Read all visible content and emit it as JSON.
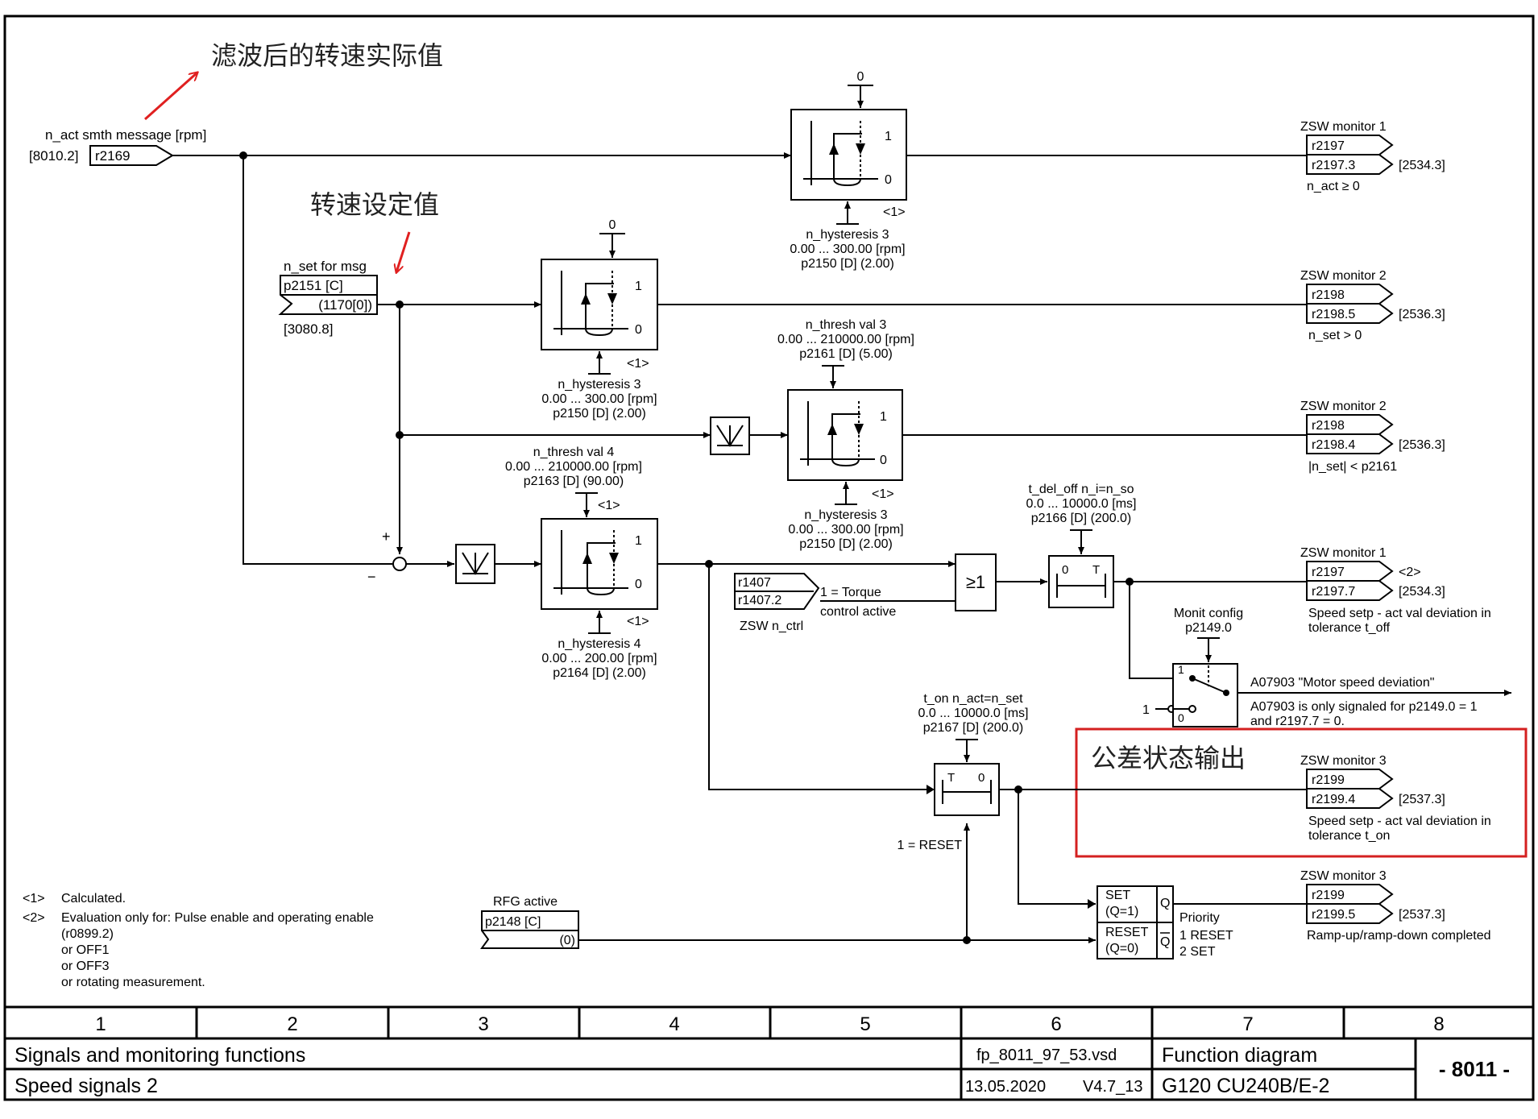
{
  "annotations": {
    "filtered_speed": "滤波后的转速实际值",
    "speed_setpoint": "转速设定值",
    "tolerance_output": "公差状态输出"
  },
  "colors": {
    "annotation_arrow": "#e02020",
    "highlight_box": "#d42020",
    "line": "#000000"
  },
  "inputs": {
    "n_act": {
      "label": "n_act smth message [rpm]",
      "ref": "[8010.2]",
      "param": "r2169"
    },
    "n_set": {
      "label": "n_set for msg",
      "param": "p2151 [C]",
      "value": "(1170[0])",
      "ref": "[3080.8]"
    },
    "rfg": {
      "label": "RFG active",
      "param": "p2148 [C]",
      "value": "(0)"
    }
  },
  "comparators": {
    "c1": {
      "top_value": "0",
      "out1": "1",
      "out0": "0",
      "note": "<1>",
      "hyst_name": "n_hysteresis 3",
      "hyst_range": "0.00 ... 300.00  [rpm]",
      "hyst_param": "p2150 [D] (2.00)"
    },
    "c2": {
      "top_value": "0",
      "out1": "1",
      "out0": "0",
      "note": "<1>",
      "hyst_name": "n_hysteresis 3",
      "hyst_range": "0.00 ... 300.00  [rpm]",
      "hyst_param": "p2150 [D] (2.00)"
    },
    "c3": {
      "thresh_name": "n_thresh val 3",
      "thresh_range": "0.00 ... 210000.00  [rpm]",
      "thresh_param": "p2161 [D] (5.00)",
      "out1": "1",
      "out0": "0",
      "note": "<1>",
      "hyst_name": "n_hysteresis 3",
      "hyst_range": "0.00 ... 300.00  [rpm]",
      "hyst_param": "p2150 [D] (2.00)"
    },
    "c4": {
      "thresh_name": "n_thresh val 4",
      "thresh_range": "0.00 ... 210000.00  [rpm]",
      "thresh_param": "p2163 [D] (90.00)",
      "out1": "1",
      "out0": "0",
      "note_top": "<1>",
      "note": "<1>",
      "hyst_name": "n_hysteresis 4",
      "hyst_range": "0.00 ... 200.00  [rpm]",
      "hyst_param": "p2164 [D] (2.00)"
    }
  },
  "summing": {
    "plus": "+",
    "minus": "−"
  },
  "ctrl": {
    "p1": "r1407",
    "p2": "r1407.2",
    "text1": "1 = Torque",
    "text2": "control active",
    "label": "ZSW n_ctrl"
  },
  "or_gate": {
    "symbol": "≥1"
  },
  "toff": {
    "name": "t_del_off n_i=n_so",
    "range": "0.0 ... 10000.0  [ms]",
    "param": "p2166 [D] (200.0)",
    "left": "0",
    "right": "T"
  },
  "ton": {
    "name": "t_on n_act=n_set",
    "range": "0.0 ... 10000.0  [ms]",
    "param": "p2167 [D] (200.0)",
    "left": "T",
    "right": "0",
    "reset": "1 = RESET"
  },
  "monit": {
    "title": "Monit config",
    "param": "p2149.0",
    "pos1": "1",
    "pos0": "0",
    "const": "1"
  },
  "alarm": {
    "text": "A07903 \"Motor speed deviation\"",
    "note1": "A07903 is only signaled for p2149.0 = 1",
    "note2": "and r2197.7 = 0."
  },
  "outputs": {
    "o1": {
      "title": "ZSW monitor 1",
      "p1": "r2197",
      "p2": "r2197.3",
      "ref": "[2534.3]",
      "desc": "n_act ≥ 0"
    },
    "o2": {
      "title": "ZSW monitor 2",
      "p1": "r2198",
      "p2": "r2198.5",
      "ref": "[2536.3]",
      "desc": "n_set > 0"
    },
    "o3": {
      "title": "ZSW monitor 2",
      "p1": "r2198",
      "p2": "r2198.4",
      "ref": "[2536.3]",
      "desc": "|n_set| < p2161"
    },
    "o4": {
      "title": "ZSW monitor 1",
      "p1": "r2197",
      "p2": "r2197.7",
      "ref": "[2534.3]",
      "note": "<2>",
      "desc1": "Speed setp - act val deviation in",
      "desc2": "tolerance t_off"
    },
    "o5": {
      "title": "ZSW monitor 3",
      "p1": "r2199",
      "p2": "r2199.4",
      "ref": "[2537.3]",
      "desc1": "Speed setp - act val deviation in",
      "desc2": "tolerance t_on"
    },
    "o6": {
      "title": "ZSW monitor 3",
      "p1": "r2199",
      "p2": "r2199.5",
      "ref": "[2537.3]",
      "desc": "Ramp-up/ramp-down completed"
    }
  },
  "flipflop": {
    "set1": "SET",
    "set2": "(Q=1)",
    "q": "Q",
    "reset1": "RESET",
    "reset2": "(Q=0)",
    "qbar": "Q",
    "priority": "Priority",
    "pr1": "1 RESET",
    "pr2": "2 SET"
  },
  "footnotes": {
    "n1_key": "<1>",
    "n1_text": "Calculated.",
    "n2_key": "<2>",
    "n2_line1": "Evaluation only for: Pulse enable and operating enable",
    "n2_line2": "(r0899.2)",
    "n2_line3": "or OFF1",
    "n2_line4": "or OFF3",
    "n2_line5": "or rotating measurement."
  },
  "title_block": {
    "columns": [
      "1",
      "2",
      "3",
      "4",
      "5",
      "6",
      "7",
      "8"
    ],
    "function_group": "Signals and monitoring functions",
    "diagram_name": "Speed signals 2",
    "file": "fp_8011_97_53.vsd",
    "date": "13.05.2020",
    "version": "V4.7_13",
    "doc_type": "Function diagram",
    "device": "G120 CU240B/E-2",
    "page": "- 8011 -"
  }
}
